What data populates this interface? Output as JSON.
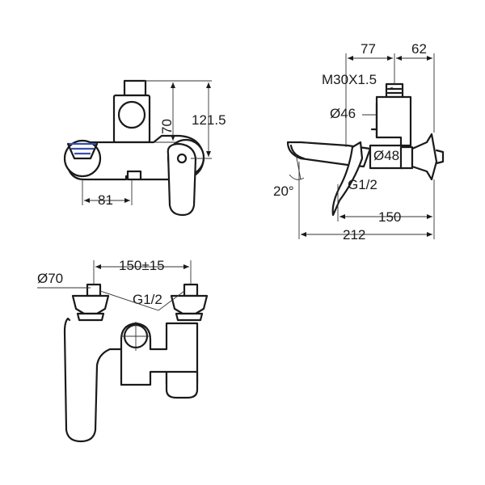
{
  "dimensions": {
    "d81": "81",
    "d70": "70",
    "d121_5": "121.5",
    "d77": "77",
    "d62": "62",
    "thread": "M30X1.5",
    "dia46": "Ø46",
    "dia48": "Ø48",
    "angle20": "20°",
    "g12_side": "G1/2",
    "d150": "150",
    "d212": "212",
    "spacing": "150±15",
    "dia70": "Ø70",
    "g12_bottom": "G1/2"
  },
  "colors": {
    "line": "#1a1a1a",
    "accent": "#3a4fb0"
  }
}
